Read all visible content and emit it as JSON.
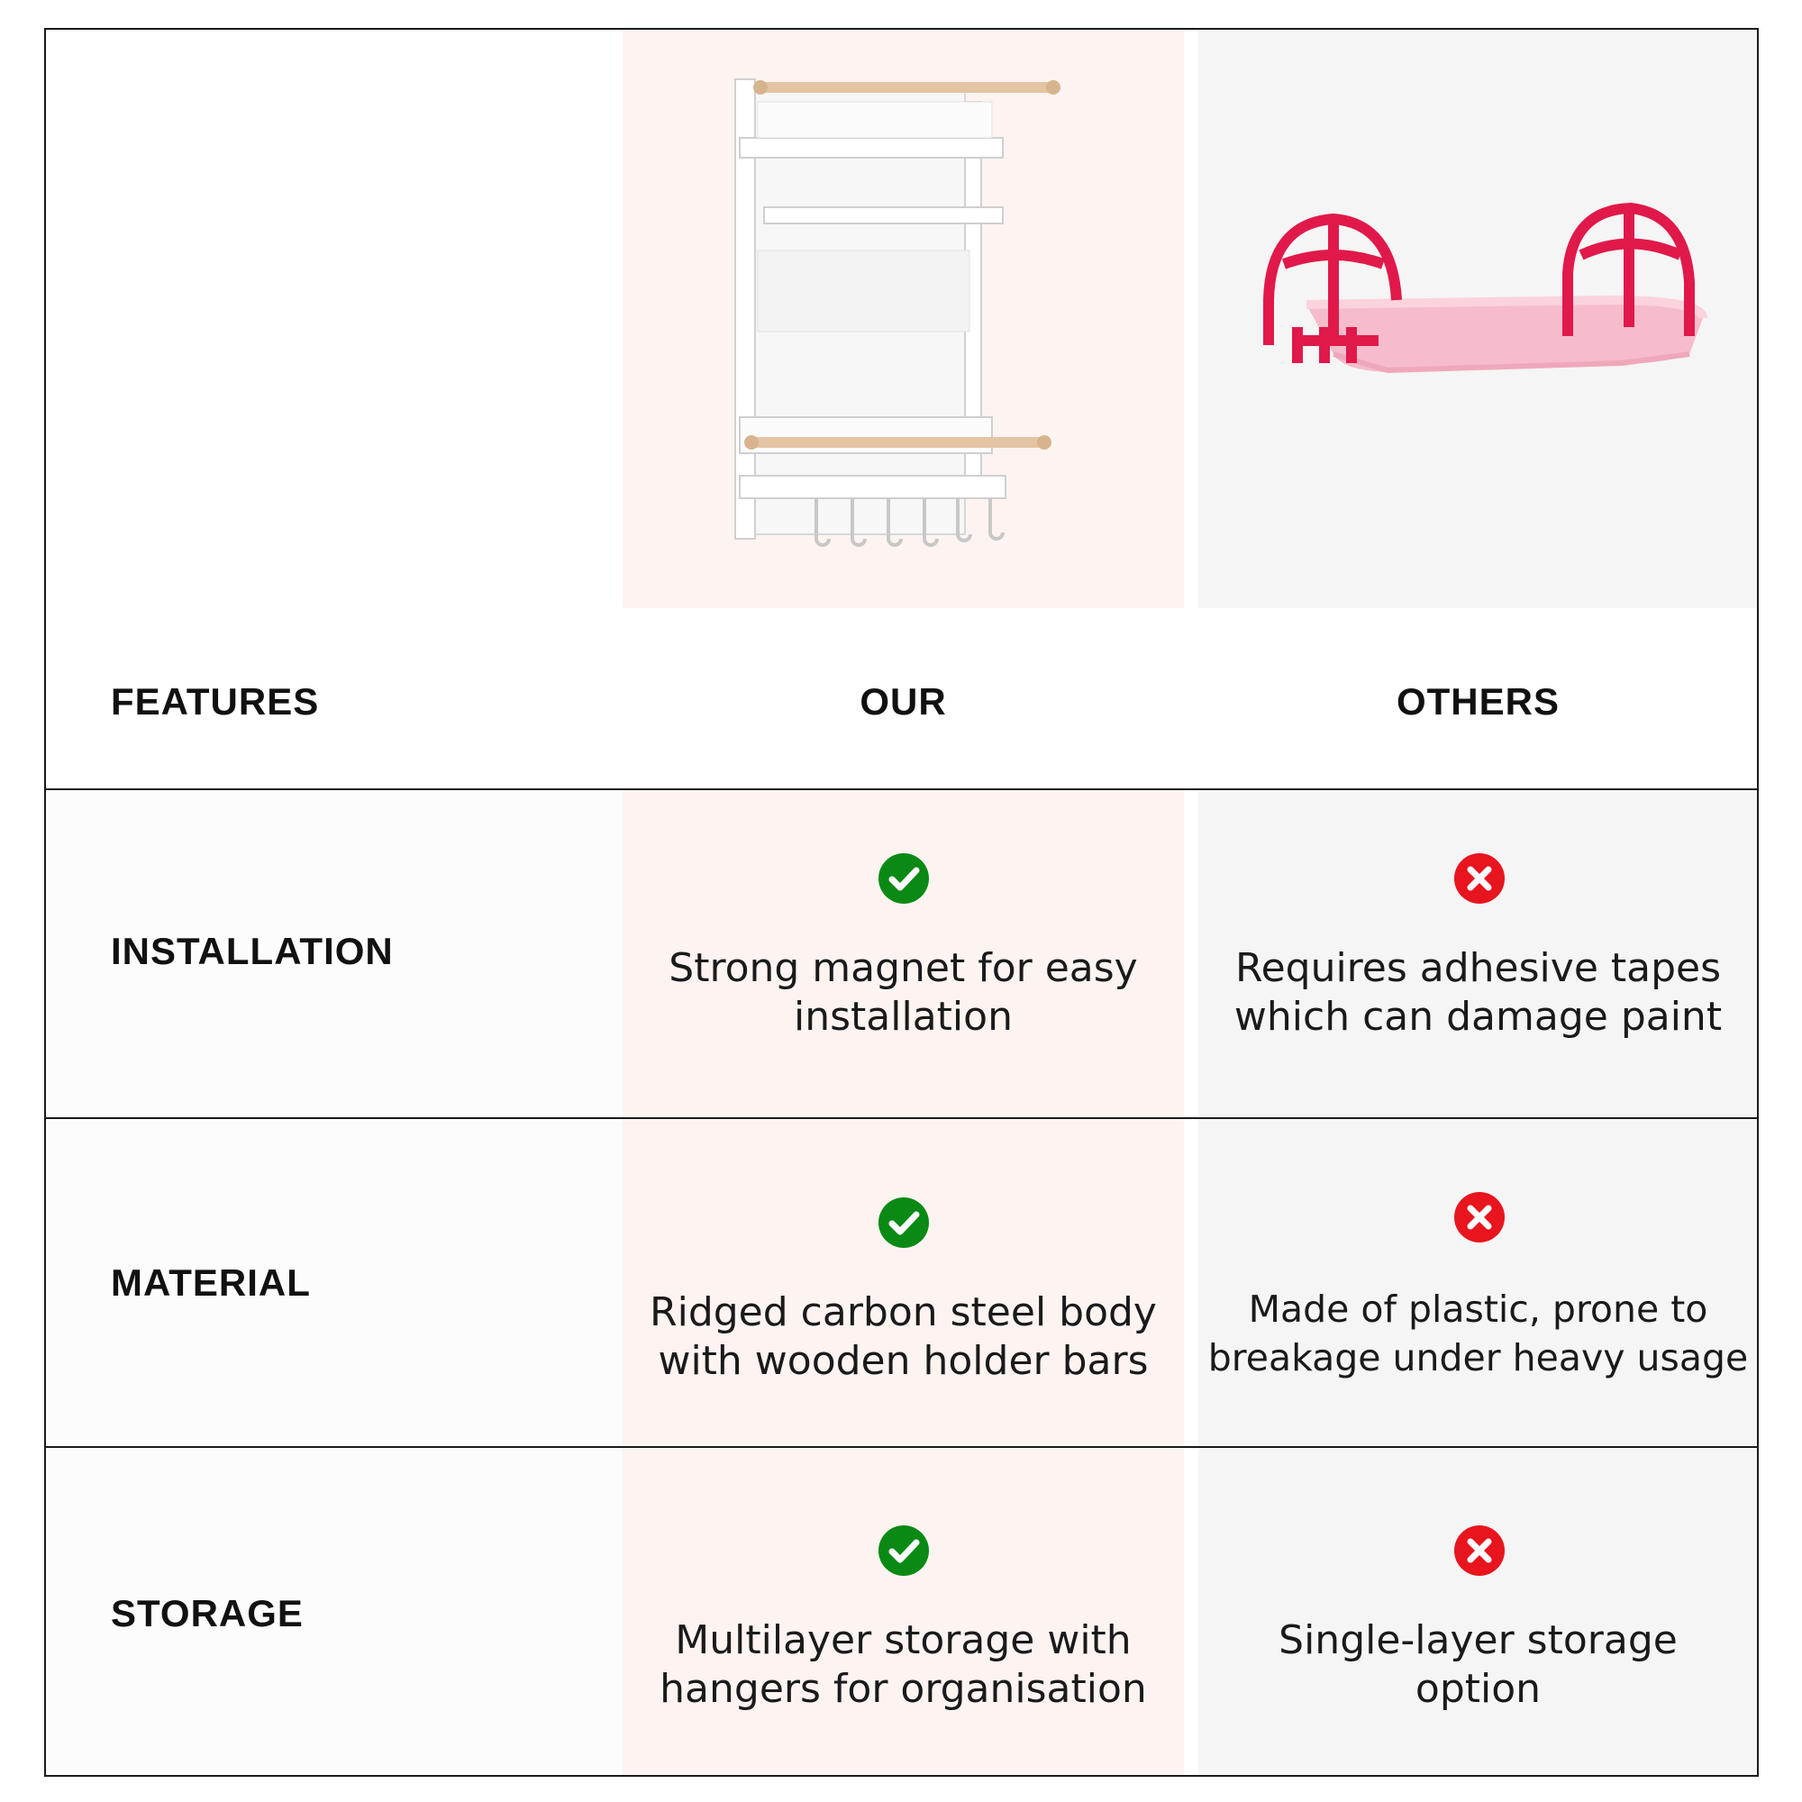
{
  "header": {
    "features_label": "FEATURES",
    "our_label": "OUR",
    "others_label": "OTHERS"
  },
  "products": {
    "our_image": "white-steel-magnetic-rack-with-wooden-bars",
    "others_image": "pink-red-plastic-shelf"
  },
  "rows": [
    {
      "feature": "INSTALLATION",
      "our_line1": "Strong magnet for easy",
      "our_line2": "installation",
      "others_line1": "Requires adhesive tapes",
      "others_line2": "which can damage paint"
    },
    {
      "feature": "MATERIAL",
      "our_line1": "Ridged carbon steel body",
      "our_line2": "with wooden holder bars",
      "others_line1": "Made of plastic, prone to",
      "others_line2": "breakage under heavy usage"
    },
    {
      "feature": "STORAGE",
      "our_line1": "Multilayer storage with",
      "our_line2": "hangers for organisation",
      "others_line1": "Single-layer storage",
      "others_line2": "option"
    }
  ],
  "icons": {
    "check": "check-circle-icon",
    "cross": "cross-circle-icon"
  },
  "colors": {
    "check_green": "#0a8a14",
    "cross_red": "#e8141e",
    "our_column_bg": "#fdf4f1",
    "others_column_bg": "#f5f5f5"
  }
}
